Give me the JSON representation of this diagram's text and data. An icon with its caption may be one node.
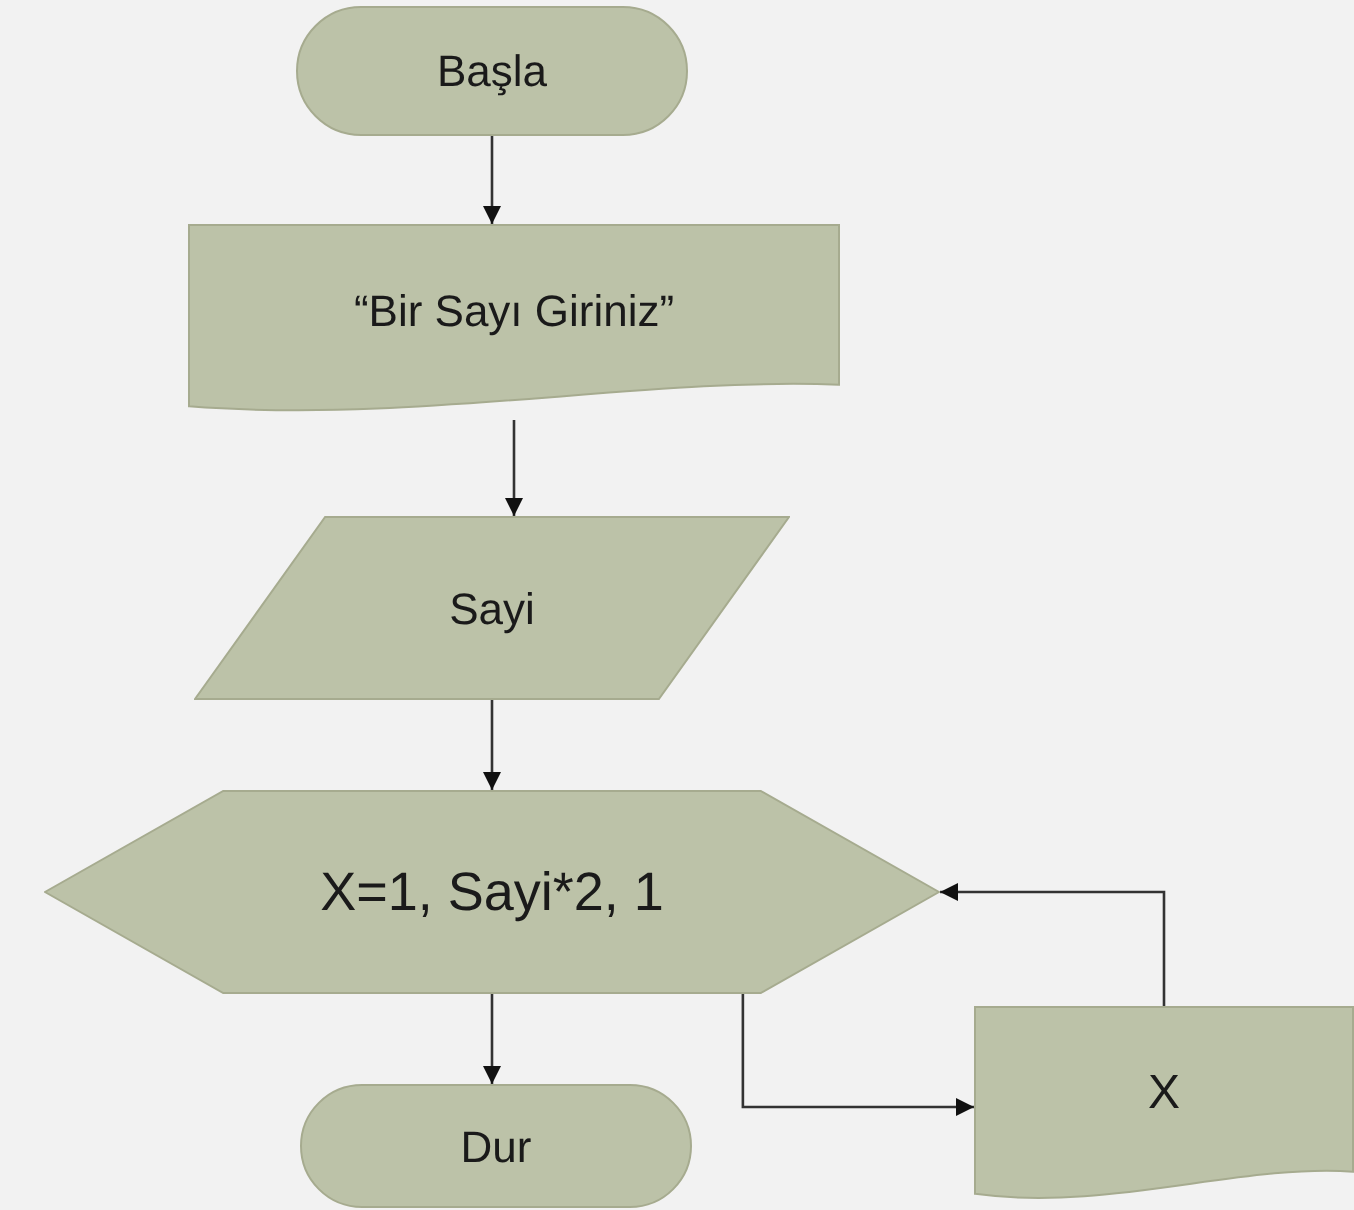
{
  "diagram": {
    "nodes": [
      {
        "text": [
          "Başla"
        ]
      },
      {
        "text": [
          "“Bir Sayı Giriniz”"
        ]
      },
      {
        "text": [
          "Sayi"
        ]
      },
      {
        "text": [
          "X=1, Sayi*2, 1"
        ]
      },
      {
        "text": [
          "Dur"
        ]
      },
      {
        "text": [
          "X"
        ]
      }
    ],
    "edges": [
      {
        "from": 0,
        "to": 1,
        "arrow": "to"
      },
      {
        "from": 1,
        "to": 2,
        "arrow": "to"
      },
      {
        "from": 2,
        "to": 3,
        "arrow": "to"
      },
      {
        "from": 3,
        "to": 4,
        "arrow": "to"
      },
      {
        "from": 3,
        "to": 5,
        "arrow": "to"
      },
      {
        "from": 5,
        "to": 3,
        "arrow": "to"
      }
    ]
  }
}
